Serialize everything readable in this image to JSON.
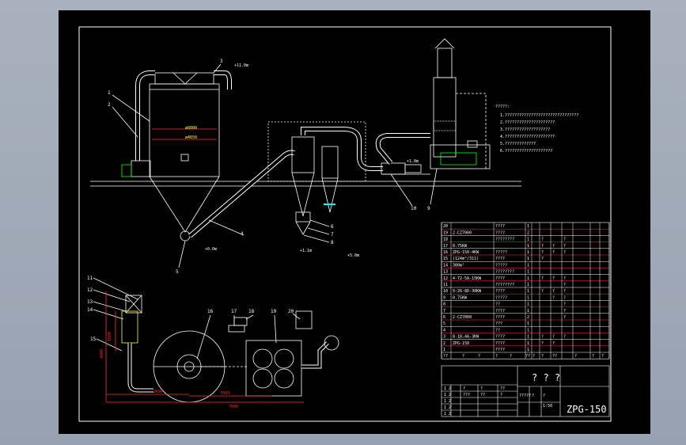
{
  "drawing": {
    "title_code": "ZPG-150",
    "title_block_mark": "? ? ?",
    "colors": {
      "background": "#000000",
      "lines": "#ffffff",
      "dimension": "#ff3030",
      "highlight": "#00ff00",
      "cyan": "#00ffff"
    }
  },
  "callouts": {
    "elevation": {
      "1": "1",
      "2": "2",
      "3": "3",
      "4": "4",
      "5": "5",
      "6": "6",
      "7": "7",
      "8": "8",
      "9": "9",
      "10": "10"
    },
    "plan": {
      "11": "11",
      "12": "12",
      "13": "13",
      "14": "14",
      "15": "15",
      "16": "16",
      "17": "17",
      "18": "18",
      "19": "19",
      "20": "20"
    }
  },
  "dimensions": {
    "d1": "ø8000",
    "d2": "ø4650",
    "plan_h1": "2690",
    "plan_h2": "5915",
    "plan_h3": "7000",
    "plan_v1": "1500",
    "plan_v2": "4000",
    "elev_a": "+11.0m",
    "elev_b": "+0.0m",
    "elev_c": "+1.1m",
    "elev_d": "+5.0m",
    "elev_e": "+1.8m"
  },
  "parts_list": {
    "rows": [
      {
        "no": "20",
        "spec": "",
        "name": "????",
        "qty": "1",
        "c1": "",
        "c2": "",
        "c3": ""
      },
      {
        "no": "19",
        "spec": "2-CZ7000",
        "name": "????",
        "qty": "2",
        "c1": "",
        "c2": "",
        "c3": ""
      },
      {
        "no": "18",
        "spec": "",
        "name": "????????",
        "qty": "1",
        "c1": "?",
        "c2": "",
        "c3": "?"
      },
      {
        "no": "17",
        "spec": "0.75KW",
        "name": "",
        "qty": "1",
        "c1": "?",
        "c2": "?",
        "c3": "?"
      },
      {
        "no": "16",
        "spec": "ZPG-150-4KW",
        "name": "?????",
        "qty": "1",
        "c1": "?",
        "c2": "?",
        "c3": "?"
      },
      {
        "no": "15",
        "spec": "(124m²/311)",
        "name": "????",
        "qty": "1",
        "c1": "?",
        "c2": "",
        "c3": ""
      },
      {
        "no": "14",
        "spec": "300m²",
        "name": "?????",
        "qty": "1",
        "c1": "",
        "c2": "",
        "c3": ""
      },
      {
        "no": "13",
        "spec": "",
        "name": "????????",
        "qty": "1",
        "c1": "",
        "c2": "",
        "c3": ""
      },
      {
        "no": "12",
        "spec": "4-72-5A-15KW",
        "name": "????",
        "qty": "1",
        "c1": "?",
        "c2": "?",
        "c3": "?"
      },
      {
        "no": "11",
        "spec": "",
        "name": "????????",
        "qty": "1",
        "c1": "",
        "c2": "",
        "c3": "?"
      },
      {
        "no": "10",
        "spec": "9-26-8D-30KW",
        "name": "????",
        "qty": "1",
        "c1": "?",
        "c2": "?",
        "c3": "?"
      },
      {
        "no": "9",
        "spec": "0.75KW",
        "name": "?????",
        "qty": "1",
        "c1": "",
        "c2": "?",
        "c3": "?"
      },
      {
        "no": "8",
        "spec": "",
        "name": "??",
        "qty": "1",
        "c1": "",
        "c2": "",
        "c3": "?"
      },
      {
        "no": "7",
        "spec": "",
        "name": "????",
        "qty": "1",
        "c1": "",
        "c2": "",
        "c3": "?"
      },
      {
        "no": "6",
        "spec": "2-CZ7000",
        "name": "????",
        "qty": "2",
        "c1": "",
        "c2": "",
        "c3": "?"
      },
      {
        "no": "5",
        "spec": "",
        "name": "???",
        "qty": "1",
        "c1": "",
        "c2": "",
        "c3": ""
      },
      {
        "no": "4",
        "spec": "",
        "name": "??",
        "qty": "1",
        "c1": "",
        "c2": "",
        "c3": ""
      },
      {
        "no": "3",
        "spec": "8-18-4A-3KW",
        "name": "????",
        "qty": "1",
        "c1": "?",
        "c2": "?",
        "c3": "?"
      },
      {
        "no": "2",
        "spec": "ZPG-150",
        "name": "????",
        "qty": "1",
        "c1": "?",
        "c2": "?",
        "c3": ""
      },
      {
        "no": "1",
        "spec": "",
        "name": "????",
        "qty": "1",
        "c1": "",
        "c2": "",
        "c3": ""
      }
    ],
    "header": [
      "??",
      "?",
      "?",
      "?",
      "?",
      "??",
      "?",
      "?",
      "??",
      "?",
      "?",
      "?"
    ]
  },
  "title_block": {
    "small_left": [
      "1 2",
      "1 2",
      "1 2",
      "1 2",
      "1 2"
    ],
    "small_mid": [
      "?????",
      "?",
      "?",
      "1:50"
    ],
    "left_cells": [
      "?",
      "?",
      "??",
      "???",
      "??",
      "?"
    ]
  },
  "notes": {
    "heading": "?????:",
    "lines": [
      "1.???????????????????????????????",
      "2.?????????????????????",
      "3.???????????????????",
      "4.?????????????????????",
      "5.?????????????",
      "6.????????????????????"
    ]
  }
}
